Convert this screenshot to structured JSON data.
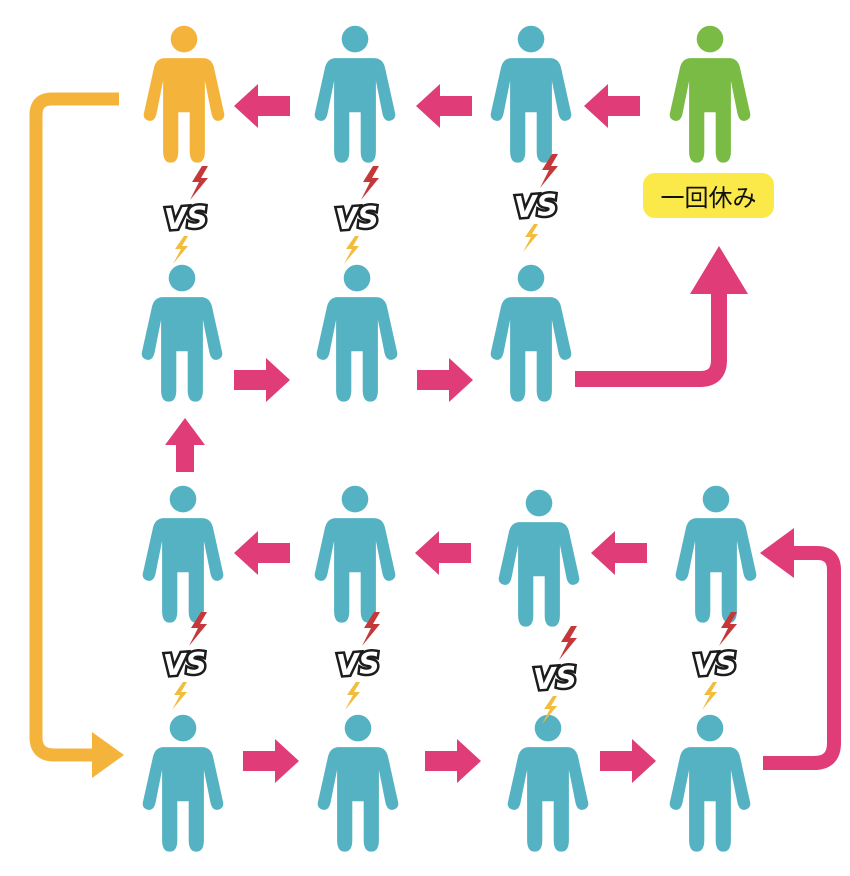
{
  "colors": {
    "participant": "#55b2c2",
    "highlight_start": "#f4b43c",
    "resting": "#79bb45",
    "arrow": "#df3c78",
    "return_path": "#f4b43c",
    "vs_text": "#ffffff",
    "vs_outline": "#1c1c1c",
    "lightning_red": "#c4383a",
    "lightning_yellow": "#f2bd3c",
    "rest_label_bg": "#fbe94a"
  },
  "icons": {
    "person": "person-icon",
    "arrow": "arrow-icon",
    "versus": "vs-badge"
  },
  "vs_text": "VS",
  "rest_label": "一回休み"
}
